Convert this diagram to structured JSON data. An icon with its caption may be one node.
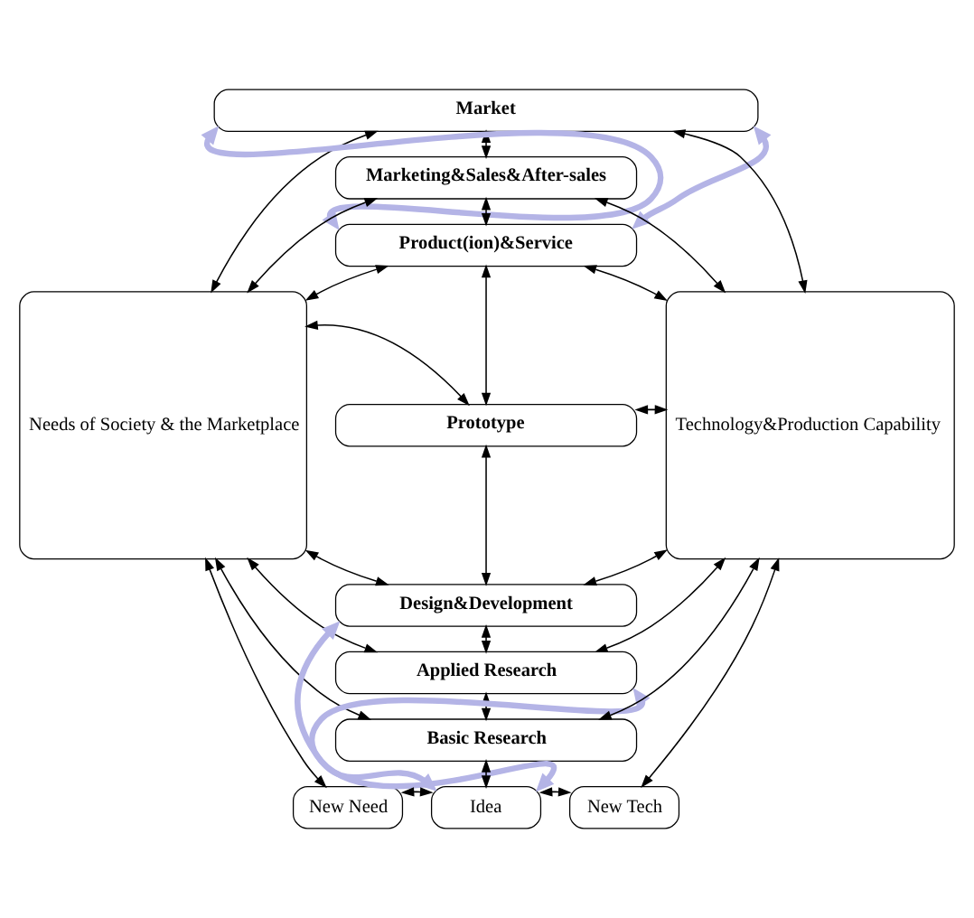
{
  "diagram": {
    "nodes": [
      {
        "text": [
          "Market"
        ]
      },
      {
        "text": [
          "Needs of Society & the Marketplace"
        ]
      },
      {
        "text": [
          "Marketing&Sales&After-sales"
        ]
      },
      {
        "text": [
          "Product(ion)&Service"
        ]
      },
      {
        "text": [
          "Prototype"
        ]
      },
      {
        "text": [
          "Design&Development"
        ]
      },
      {
        "text": [
          "Applied Research"
        ]
      },
      {
        "text": [
          "Basic Research"
        ]
      },
      {
        "text": [
          "Technology&Production Capability"
        ]
      },
      {
        "text": [
          "New Need"
        ]
      },
      {
        "text": [
          "Idea"
        ]
      },
      {
        "text": [
          "New Tech"
        ]
      }
    ],
    "edges": [
      {
        "from": 0,
        "to": 1,
        "arrow": "both"
      },
      {
        "from": 0,
        "to": 2,
        "arrow": "both"
      },
      {
        "from": 0,
        "to": 8,
        "arrow": "both"
      },
      {
        "from": 0,
        "to": 3,
        "arrow": "both",
        "style": "thick",
        "color": "#b4b4e6"
      },
      {
        "from": 0,
        "to": 3,
        "arrow": "both",
        "style": "thick",
        "color": "#b4b4e6"
      },
      {
        "from": 1,
        "to": 2,
        "arrow": "both"
      },
      {
        "from": 2,
        "to": 8,
        "arrow": "both"
      },
      {
        "from": 2,
        "to": 3,
        "arrow": "both"
      },
      {
        "from": 1,
        "to": 3,
        "arrow": "both"
      },
      {
        "from": 3,
        "to": 8,
        "arrow": "both"
      },
      {
        "from": 3,
        "to": 4,
        "arrow": "both"
      },
      {
        "from": 1,
        "to": 4,
        "arrow": "both"
      },
      {
        "from": 4,
        "to": 8,
        "arrow": "both"
      },
      {
        "from": 4,
        "to": 5,
        "arrow": "both"
      },
      {
        "from": 1,
        "to": 5,
        "arrow": "both"
      },
      {
        "from": 5,
        "to": 8,
        "arrow": "both"
      },
      {
        "from": 5,
        "to": 6,
        "arrow": "both"
      },
      {
        "from": 5,
        "to": 10,
        "arrow": "both",
        "style": "thick",
        "color": "#b4b4e6"
      },
      {
        "from": 1,
        "to": 6,
        "arrow": "both"
      },
      {
        "from": 6,
        "to": 8,
        "arrow": "both"
      },
      {
        "from": 6,
        "to": 7,
        "arrow": "both"
      },
      {
        "from": 6,
        "to": 10,
        "arrow": "both",
        "style": "thick",
        "color": "#b4b4e6"
      },
      {
        "from": 1,
        "to": 7,
        "arrow": "both"
      },
      {
        "from": 7,
        "to": 8,
        "arrow": "both"
      },
      {
        "from": 7,
        "to": 10,
        "arrow": "both"
      },
      {
        "from": 1,
        "to": 9,
        "arrow": "both"
      },
      {
        "from": 8,
        "to": 11,
        "arrow": "both"
      },
      {
        "from": 9,
        "to": 10,
        "arrow": "both"
      },
      {
        "from": 10,
        "to": 11,
        "arrow": "both"
      }
    ]
  }
}
